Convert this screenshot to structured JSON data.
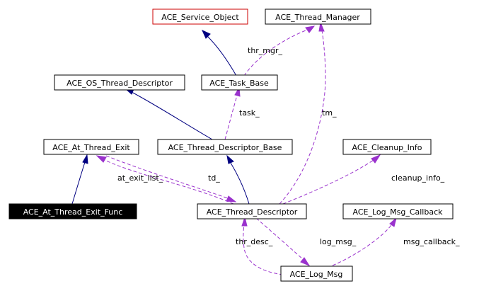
{
  "nodes": {
    "service_object": "ACE_Service_Object",
    "thread_manager": "ACE_Thread_Manager",
    "os_thread_descriptor": "ACE_OS_Thread_Descriptor",
    "task_base": "ACE_Task_Base",
    "at_thread_exit": "ACE_At_Thread_Exit",
    "thread_descriptor_base": "ACE_Thread_Descriptor_Base",
    "cleanup_info": "ACE_Cleanup_Info",
    "at_thread_exit_func": "ACE_At_Thread_Exit_Func",
    "thread_descriptor": "ACE_Thread_Descriptor",
    "log_msg_callback": "ACE_Log_Msg_Callback",
    "log_msg": "ACE_Log_Msg"
  },
  "labels": {
    "thr_mgr": "thr_mgr_",
    "task": "task_",
    "tm": "tm_",
    "at_exit_list": "at_exit_list_",
    "td": "td_",
    "cleanup_info": "cleanup_info_",
    "thr_desc": "thr_desc_",
    "log_msg": "log_msg_",
    "msg_callback": "msg_callback_"
  },
  "colors": {
    "inheritance": "#000080",
    "usage": "#9a32cd",
    "highlight_border": "#cc0000",
    "current_node_fill": "#000000"
  }
}
